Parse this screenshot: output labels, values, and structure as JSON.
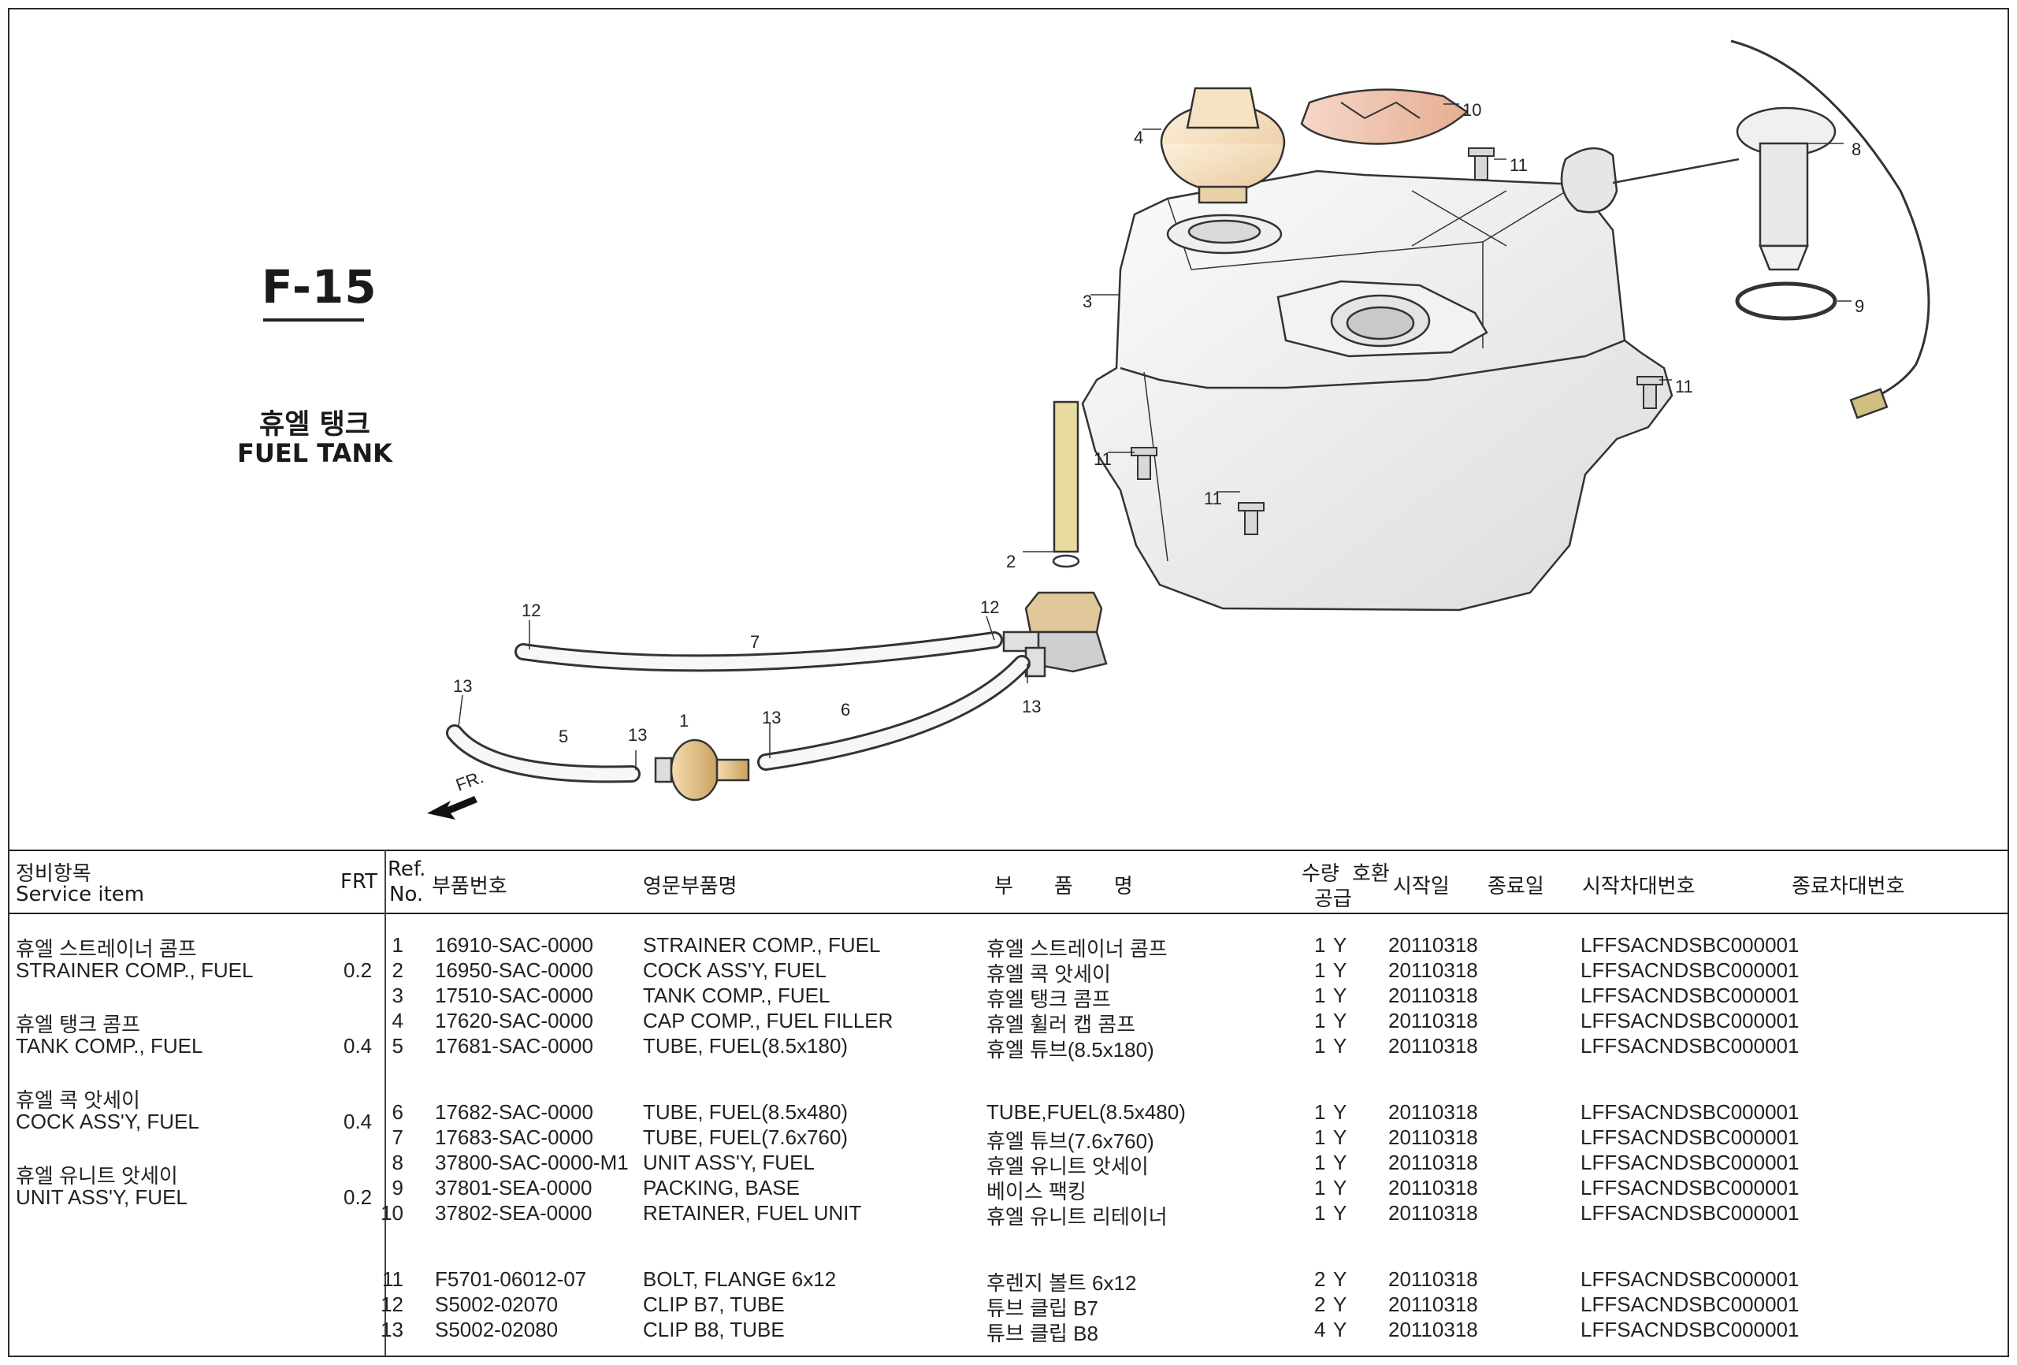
{
  "page": {
    "code": "F-15",
    "title_ko": "휴엘 탱크",
    "title_en": "FUEL TANK"
  },
  "diagram": {
    "callouts": [
      "1",
      "2",
      "3",
      "4",
      "5",
      "6",
      "7",
      "8",
      "9",
      "10",
      "11",
      "11",
      "11",
      "11",
      "12",
      "12",
      "13",
      "13",
      "13",
      "13"
    ],
    "direction_label": "FR."
  },
  "table": {
    "headers": {
      "service_item_ko": "정비항목",
      "service_item_en": "Service item",
      "frt": "FRT",
      "ref_no_1": "Ref.",
      "ref_no_2": "No.",
      "part_no": "부품번호",
      "name_en": "영문부품명",
      "name_ko": "부　　품　　명",
      "qty_1": "수량",
      "qty_2": "공급",
      "interchange": "호환",
      "start_date": "시작일",
      "end_date": "종료일",
      "start_vin": "시작차대번호",
      "end_vin": "종료차대번호"
    },
    "service_items": [
      {
        "ko": "휴엘 스트레이너 콤프",
        "en": "STRAINER COMP., FUEL",
        "frt": "0.2"
      },
      {
        "ko": "휴엘 탱크 콤프",
        "en": "TANK COMP., FUEL",
        "frt": "0.4"
      },
      {
        "ko": "휴엘 콕 앗세이",
        "en": "COCK ASS'Y, FUEL",
        "frt": "0.4"
      },
      {
        "ko": "휴엘 유니트 앗세이",
        "en": "UNIT ASS'Y, FUEL",
        "frt": "0.2"
      }
    ],
    "rows": [
      {
        "ref": "1",
        "part": "16910-SAC-0000",
        "en": "STRAINER COMP., FUEL",
        "ko": "휴엘 스트레이너 콤프",
        "qty": "1",
        "ic": "Y",
        "start": "20110318",
        "vin": "LFFSACNDSBC000001"
      },
      {
        "ref": "2",
        "part": "16950-SAC-0000",
        "en": "COCK ASS'Y, FUEL",
        "ko": "휴엘 콕 앗세이",
        "qty": "1",
        "ic": "Y",
        "start": "20110318",
        "vin": "LFFSACNDSBC000001"
      },
      {
        "ref": "3",
        "part": "17510-SAC-0000",
        "en": "TANK COMP., FUEL",
        "ko": "휴엘 탱크 콤프",
        "qty": "1",
        "ic": "Y",
        "start": "20110318",
        "vin": "LFFSACNDSBC000001"
      },
      {
        "ref": "4",
        "part": "17620-SAC-0000",
        "en": "CAP COMP., FUEL FILLER",
        "ko": "휴엘 휠러 캡 콤프",
        "qty": "1",
        "ic": "Y",
        "start": "20110318",
        "vin": "LFFSACNDSBC000001"
      },
      {
        "ref": "5",
        "part": "17681-SAC-0000",
        "en": "TUBE, FUEL(8.5x180)",
        "ko": "휴엘 튜브(8.5x180)",
        "qty": "1",
        "ic": "Y",
        "start": "20110318",
        "vin": "LFFSACNDSBC000001"
      },
      {
        "ref": "6",
        "part": "17682-SAC-0000",
        "en": "TUBE, FUEL(8.5x480)",
        "ko": "TUBE,FUEL(8.5x480)",
        "qty": "1",
        "ic": "Y",
        "start": "20110318",
        "vin": "LFFSACNDSBC000001"
      },
      {
        "ref": "7",
        "part": "17683-SAC-0000",
        "en": "TUBE, FUEL(7.6x760)",
        "ko": "휴엘 튜브(7.6x760)",
        "qty": "1",
        "ic": "Y",
        "start": "20110318",
        "vin": "LFFSACNDSBC000001"
      },
      {
        "ref": "8",
        "part": "37800-SAC-0000-M1",
        "en": "UNIT ASS'Y, FUEL",
        "ko": "휴엘 유니트 앗세이",
        "qty": "1",
        "ic": "Y",
        "start": "20110318",
        "vin": "LFFSACNDSBC000001"
      },
      {
        "ref": "9",
        "part": "37801-SEA-0000",
        "en": "PACKING, BASE",
        "ko": "베이스 팩킹",
        "qty": "1",
        "ic": "Y",
        "start": "20110318",
        "vin": "LFFSACNDSBC000001"
      },
      {
        "ref": "10",
        "part": "37802-SEA-0000",
        "en": "RETAINER, FUEL UNIT",
        "ko": "휴엘 유니트 리테이너",
        "qty": "1",
        "ic": "Y",
        "start": "20110318",
        "vin": "LFFSACNDSBC000001"
      },
      {
        "ref": "11",
        "part": "F5701-06012-07",
        "en": "BOLT, FLANGE 6x12",
        "ko": "후렌지 볼트 6x12",
        "qty": "2",
        "ic": "Y",
        "start": "20110318",
        "vin": "LFFSACNDSBC000001"
      },
      {
        "ref": "12",
        "part": "S5002-02070",
        "en": "CLIP B7, TUBE",
        "ko": "튜브 클립 B7",
        "qty": "2",
        "ic": "Y",
        "start": "20110318",
        "vin": "LFFSACNDSBC000001"
      },
      {
        "ref": "13",
        "part": "S5002-02080",
        "en": "CLIP B8, TUBE",
        "ko": "튜브 클립 B8",
        "qty": "4",
        "ic": "Y",
        "start": "20110318",
        "vin": "LFFSACNDSBC000001"
      }
    ]
  }
}
